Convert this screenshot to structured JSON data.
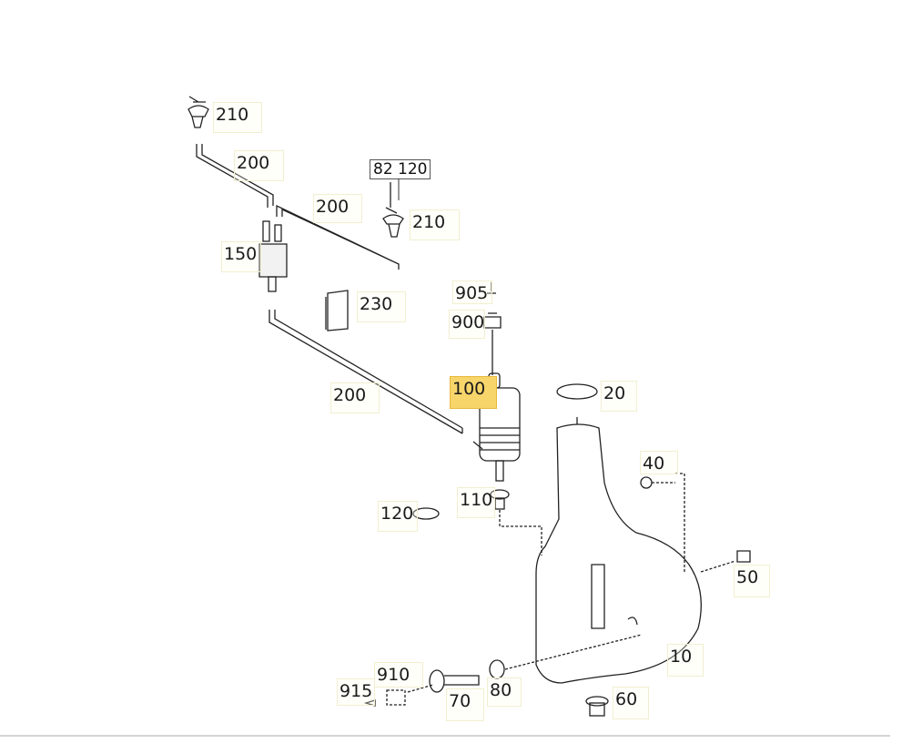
{
  "diagram": {
    "highlight_color": "#f7d56b",
    "reference_label": "82 120",
    "callouts": [
      {
        "id": "c210a",
        "text": "210"
      },
      {
        "id": "c200a",
        "text": "200"
      },
      {
        "id": "c200b",
        "text": "200"
      },
      {
        "id": "c210b",
        "text": "210"
      },
      {
        "id": "c150",
        "text": "150"
      },
      {
        "id": "c230",
        "text": "230"
      },
      {
        "id": "c905",
        "text": "905"
      },
      {
        "id": "c900",
        "text": "900"
      },
      {
        "id": "c200c",
        "text": "200"
      },
      {
        "id": "c100",
        "text": "100",
        "selected": true
      },
      {
        "id": "c20",
        "text": "20"
      },
      {
        "id": "c40",
        "text": "40"
      },
      {
        "id": "c110",
        "text": "110"
      },
      {
        "id": "c120",
        "text": "120"
      },
      {
        "id": "c50",
        "text": "50"
      },
      {
        "id": "c10",
        "text": "10"
      },
      {
        "id": "c910",
        "text": "910"
      },
      {
        "id": "c915",
        "text": "915"
      },
      {
        "id": "c80",
        "text": "80"
      },
      {
        "id": "c70",
        "text": "70"
      },
      {
        "id": "c60",
        "text": "60"
      }
    ]
  }
}
